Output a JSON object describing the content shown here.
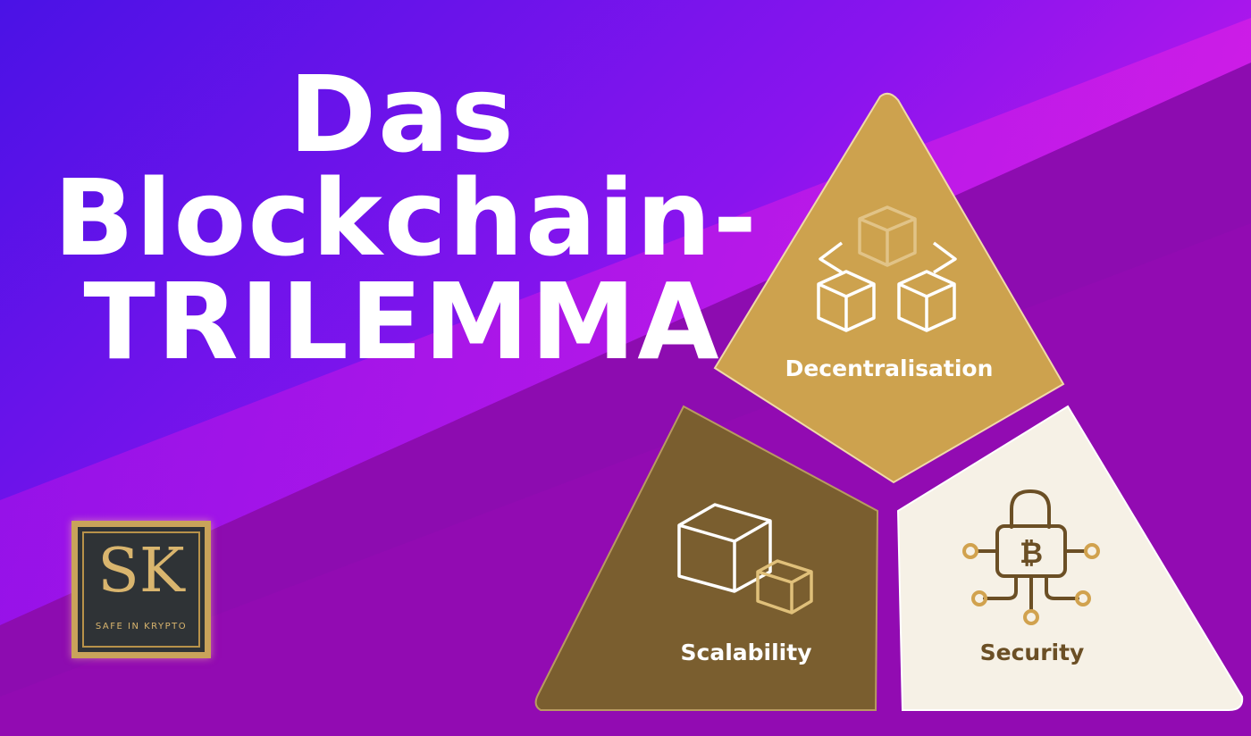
{
  "title": {
    "line1": "Das",
    "line2": "Blockchain-",
    "line3": "TRILEMMA"
  },
  "trilemma": {
    "top": {
      "label": "Decentralisation",
      "icon": "network-blocks-icon",
      "color": "#CDA24E"
    },
    "left": {
      "label": "Scalability",
      "icon": "cubes-icon",
      "color": "#7A5E2F"
    },
    "right": {
      "label": "Security",
      "icon": "bitcoin-lock-icon",
      "color": "#F6F1E6"
    }
  },
  "logo": {
    "monogram": "SK",
    "tagline": "SAFE IN KRYPTO"
  },
  "colors": {
    "bg_start": "#5a12ea",
    "bg_end": "#9a0fb8",
    "band": "#c41ce6",
    "gold": "#CDA24E"
  }
}
